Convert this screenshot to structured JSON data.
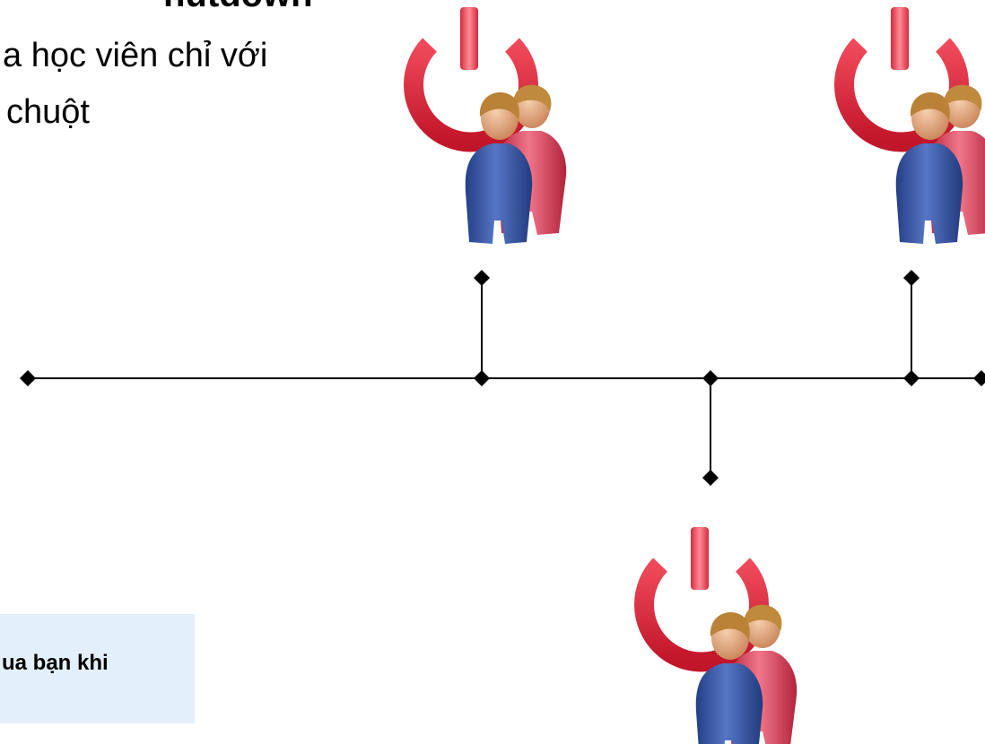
{
  "slide": {
    "heading": "hutdown",
    "text_line_1": "a học viên chỉ với",
    "text_line_2": "chuột",
    "note": "ua bạn khi"
  },
  "colors": {
    "power_red": "#d9253a",
    "person_blue": "#3b5ba8",
    "person_pink": "#e2556a",
    "note_background": "#e3f0fc"
  },
  "icons": [
    "power-users-icon",
    "power-users-icon",
    "power-users-icon"
  ]
}
